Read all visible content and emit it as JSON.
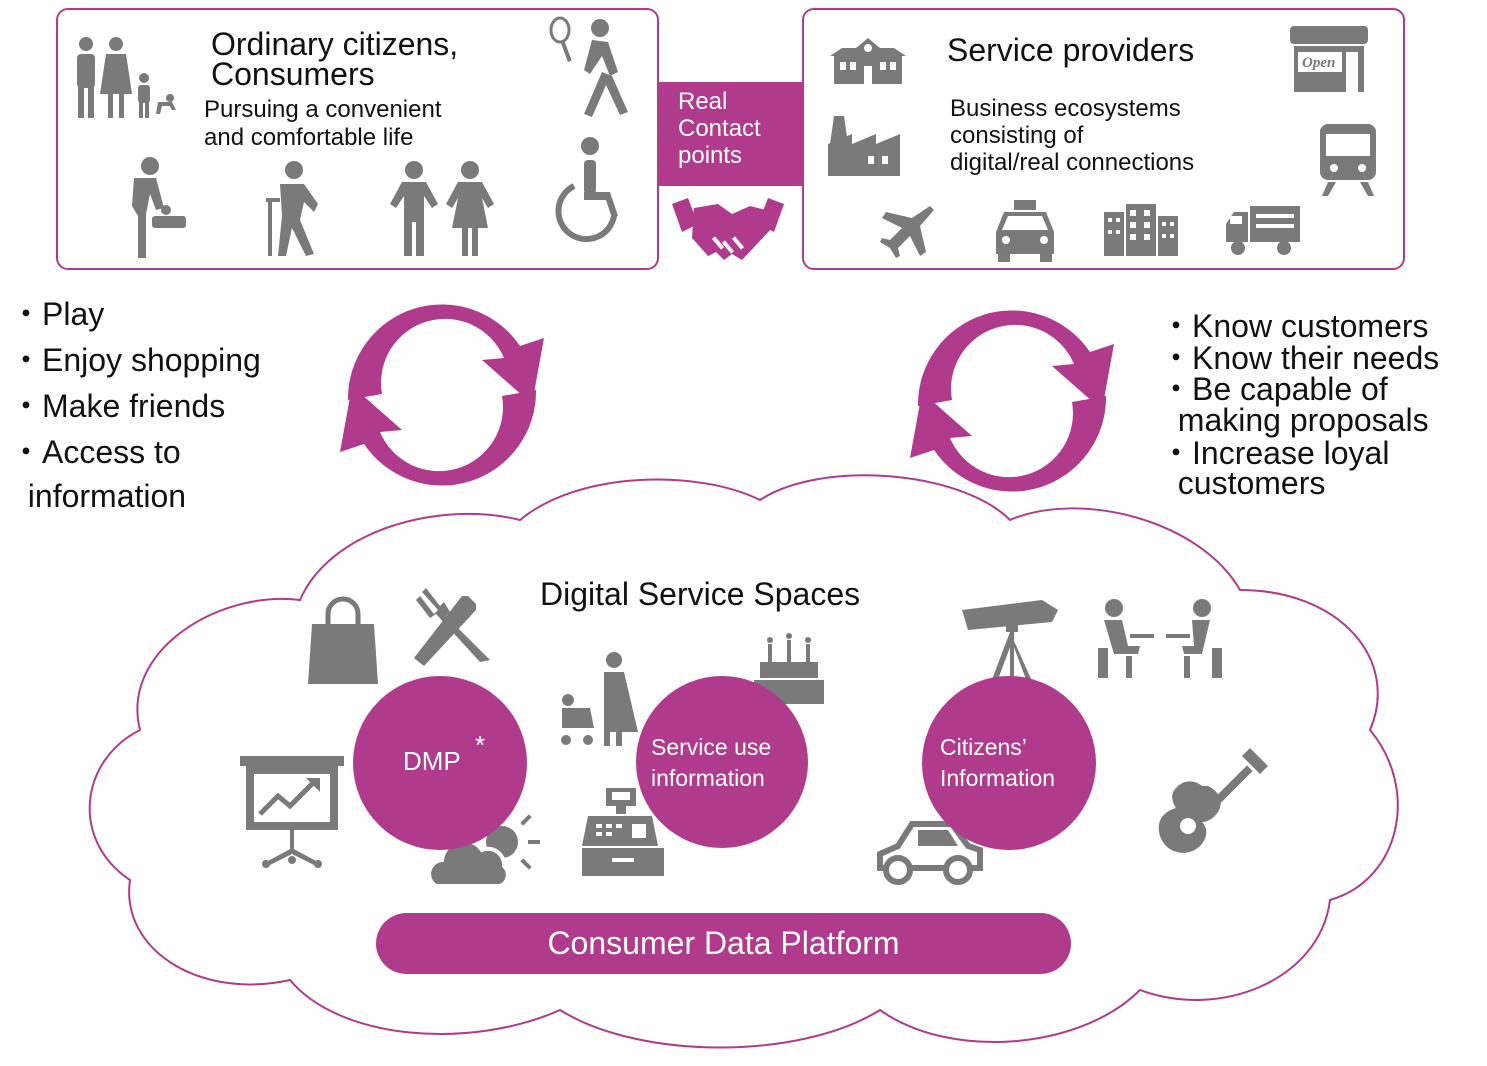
{
  "citizens": {
    "title_line1": "Ordinary citizens,",
    "title_line2": "Consumers",
    "desc_line1": "Pursuing a convenient",
    "desc_line2": "and comfortable life"
  },
  "real_contact": {
    "line1": "Real",
    "line2": "Contact",
    "line3": "points"
  },
  "providers": {
    "title": "Service providers",
    "desc_line1": "Business ecosystems",
    "desc_line2": "consisting of",
    "desc_line3": "digital/real connections",
    "open_sign": "Open"
  },
  "left_bullets": [
    "・Play",
    "・Enjoy shopping",
    "・Make friends",
    "・Access to",
    "  information"
  ],
  "right_bullets": [
    "・Know customers",
    "・Know their needs",
    "・Be capable of",
    "  making proposals",
    "・Increase loyal",
    "  customers"
  ],
  "cloud": {
    "title": "Digital Service Spaces",
    "dmp_label": "DMP",
    "dmp_mark": "*",
    "service_line1": "Service use",
    "service_line2": "information",
    "citizens_line1": "Citizens’",
    "citizens_line2": "Information",
    "platform": "Consumer Data Platform"
  },
  "colors": {
    "accent": "#b03a8c",
    "icon": "#7a7a7a"
  },
  "icons": [
    "family-icon",
    "tennis-player-icon",
    "parent-baby-icon",
    "elderly-cane-icon",
    "couple-icon",
    "wheelchair-icon",
    "handshake-icon",
    "school-icon",
    "open-shop-icon",
    "factory-icon",
    "train-icon",
    "airplane-icon",
    "taxi-icon",
    "building-icon",
    "truck-icon",
    "cycle-arrows-icon",
    "shopping-bag-icon",
    "fork-knife-icon",
    "presentation-chart-icon",
    "weather-icon",
    "stroller-icon",
    "cake-icon",
    "cash-register-icon",
    "telescope-icon",
    "meeting-icon",
    "car-icon",
    "guitar-icon"
  ]
}
